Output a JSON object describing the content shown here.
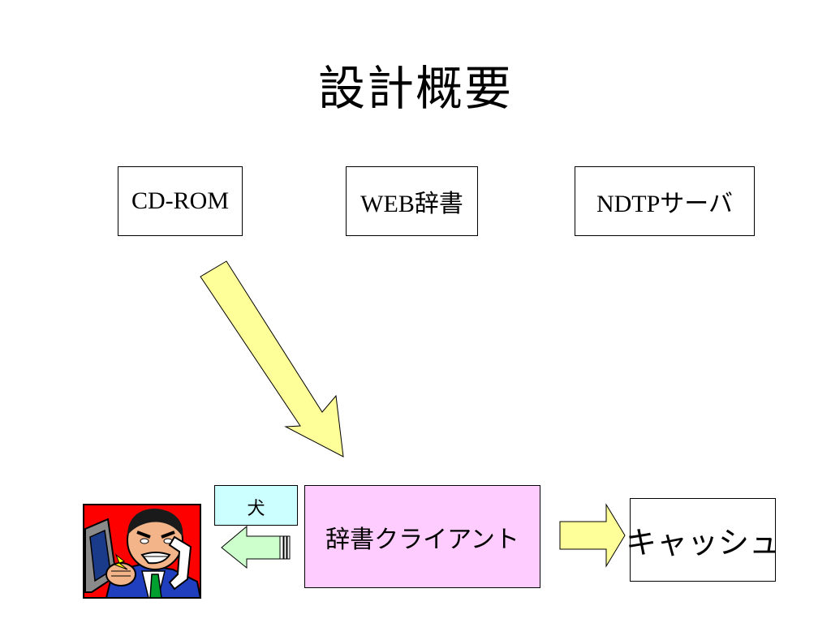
{
  "title": "設計概要",
  "sources": {
    "cdrom": "CD-ROM",
    "web_dict": "WEB辞書",
    "ndtp": "NDTPサーバ"
  },
  "client": "辞書クライアント",
  "cache": "キャッシュ",
  "result_label": "犬",
  "colors": {
    "big_arrow": "#ffff99",
    "client_box": "#ffccff",
    "result_box": "#ccffff",
    "return_arrow": "#ccffcc",
    "cache_arrow": "#ffff99"
  },
  "icons": [
    "angry-man-phone-clipart-icon"
  ]
}
